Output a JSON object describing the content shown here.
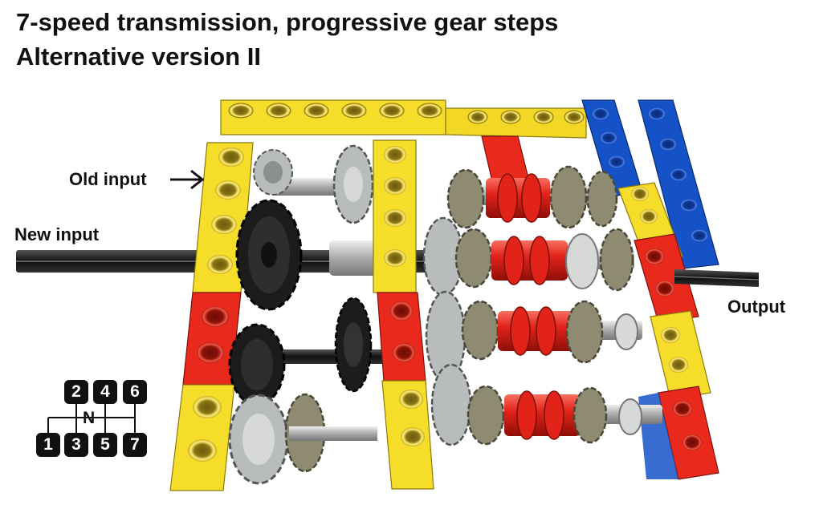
{
  "title_line1": "7-speed transmission, progressive gear steps",
  "title_line2": "Alternative version II",
  "labels": {
    "old_input": "Old input",
    "new_input": "New input",
    "output": "Output"
  },
  "shift_pattern": {
    "top_row": [
      "2",
      "4",
      "6"
    ],
    "bottom_row": [
      "1",
      "3",
      "5",
      "7"
    ],
    "neutral": "N"
  },
  "colors": {
    "yellow_beam": "#f5dd2a",
    "red_beam": "#e8291c",
    "blue_beam": "#1552c8",
    "gear_dark": "#1c1c1c",
    "gear_grey": "#b9bcbc",
    "gear_olive": "#8e8b72"
  }
}
